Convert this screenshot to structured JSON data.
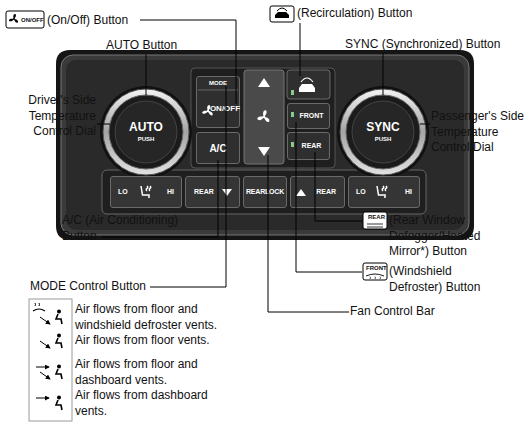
{
  "diagram": {
    "nodes": [
      {
        "text": [
          "AUTO",
          "PUSH"
        ]
      },
      {
        "text": [
          "MODE",
          "ON/OFF"
        ]
      },
      {
        "text": [
          "A/C"
        ]
      },
      {
        "text": [
          "FRONT"
        ]
      },
      {
        "text": [
          "REAR"
        ]
      },
      {
        "text": [
          "SYNC",
          "PUSH"
        ]
      },
      {
        "text": [
          "LO",
          "HI"
        ]
      },
      {
        "text": [
          "REAR"
        ]
      },
      {
        "text": [
          "REARLOCK"
        ]
      },
      {
        "text": [
          "REAR"
        ]
      },
      {
        "text": [
          "LO",
          "HI"
        ]
      }
    ],
    "labels": [
      "(On/Off) Button",
      "AUTO Button",
      "Driver's Side Temperature Control Dial",
      "A/C (Air Conditioning) Button",
      "MODE Control Button",
      "(Recirculation) Button",
      "SYNC (Synchronized) Button",
      "Passenger's Side Temperature Control Dial",
      "(Rear Window Defogger/Heated Mirror*) Button",
      "(Windshield Defroster) Button",
      "Fan Control Bar",
      "ON/OFF",
      "REAR",
      "FRONT"
    ],
    "legend": [
      {
        "text": "Air flows from floor and windshield defroster vents."
      },
      {
        "text": "Air flows from floor vents."
      },
      {
        "text": "Air flows from floor and dashboard vents."
      },
      {
        "text": "Air flows from dashboard vents."
      }
    ]
  }
}
